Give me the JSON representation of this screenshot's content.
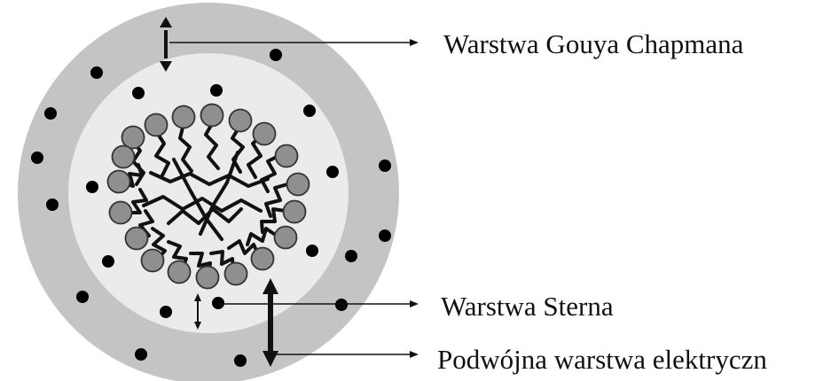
{
  "labels": {
    "gouy_chapman": "Warstwa Gouya Chapmana",
    "stern": "Warstwa Sterna",
    "double_layer": "Podwójna warstwa elektryczn"
  },
  "colors": {
    "outer_layer": "#c4c4c4",
    "inner_layer": "#ebebeb",
    "head_group": "#8f8f8f",
    "head_outline": "#333333",
    "ion": "#000000",
    "tail": "#111111"
  }
}
